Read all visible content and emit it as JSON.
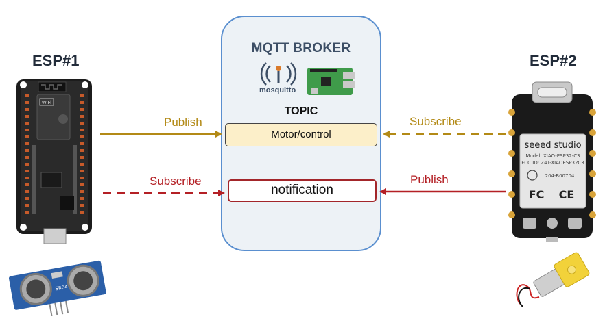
{
  "esp1": {
    "label": "ESP#1"
  },
  "esp2": {
    "label": "ESP#2"
  },
  "broker": {
    "title": "MQTT BROKER",
    "logo_text": "mosquitto",
    "topic_heading": "TOPIC",
    "topics": [
      "Motor/control",
      "notification"
    ]
  },
  "arrows": {
    "esp1_publish": "Publish",
    "esp1_subscribe": "Subscribe",
    "esp2_subscribe": "Subscribe",
    "esp2_publish": "Publish"
  },
  "board_text": {
    "wifi": "WiFi",
    "seeed": "seeed studio",
    "model": "Model: XIAO-ESP32-C3",
    "fcc": "FCC ID: Z4T-XIAOESP32C3",
    "code": "204-B00704",
    "fc": "FC",
    "ce": "CE",
    "sensor": "SR04"
  },
  "colors": {
    "publish_gold": "#b38a16",
    "subscribe_red": "#b42025",
    "broker_border": "#5a8fcf",
    "topic_fill": "#fcefc9"
  }
}
